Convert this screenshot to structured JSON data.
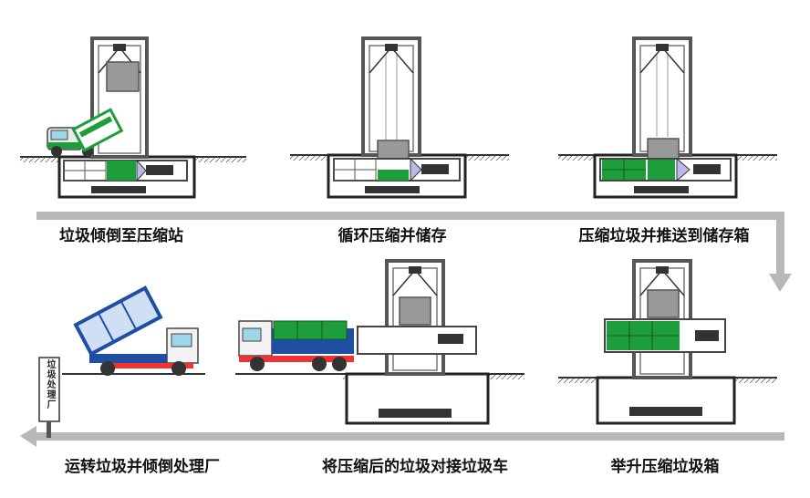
{
  "steps": [
    {
      "id": "dump",
      "label": "垃圾倾倒至压缩站"
    },
    {
      "id": "compress",
      "label": "循环压缩并储存"
    },
    {
      "id": "push",
      "label": "压缩垃圾并推送到储存箱"
    },
    {
      "id": "lift",
      "label": "举升压缩垃圾箱"
    },
    {
      "id": "dock",
      "label": "将压缩后的垃圾对接垃圾车"
    },
    {
      "id": "transport",
      "label": "运转垃圾并倾倒处理厂"
    }
  ],
  "sign": {
    "text": "垃圾处理厂"
  },
  "colors": {
    "frame": "#555555",
    "green": "#1e9e3a",
    "blue": "#1f4fa3",
    "arrow": "#b8b8b8",
    "pit": "#222222"
  }
}
